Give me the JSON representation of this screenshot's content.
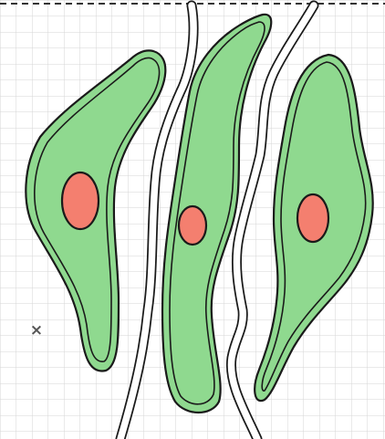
{
  "canvas": {
    "background": "#ffffff",
    "grid_line_color": "#d6d6d6",
    "top_border": "dashed",
    "top_border_color": "#333333"
  },
  "colors": {
    "cell_fill": "#8fd98f",
    "cell_outline": "#1a1a1a",
    "nucleus_fill": "#f47f6f",
    "nucleus_outline": "#1a1a1a",
    "channel_fill": "#ffffff",
    "channel_outline": "#1a1a1a",
    "marker": "#555555"
  },
  "diagram": {
    "cells": [
      {
        "name": "left-cell",
        "has_nucleus": true,
        "has_inner_outline": true
      },
      {
        "name": "middle-cell",
        "has_nucleus": true,
        "has_inner_outline": true
      },
      {
        "name": "right-cell",
        "has_nucleus": true,
        "has_inner_outline": true
      }
    ],
    "channels": [
      {
        "name": "left-channel",
        "style": "double-line"
      },
      {
        "name": "right-channel",
        "style": "double-line"
      }
    ],
    "markers": [
      {
        "name": "cross-marker",
        "symbol": "×"
      }
    ]
  }
}
